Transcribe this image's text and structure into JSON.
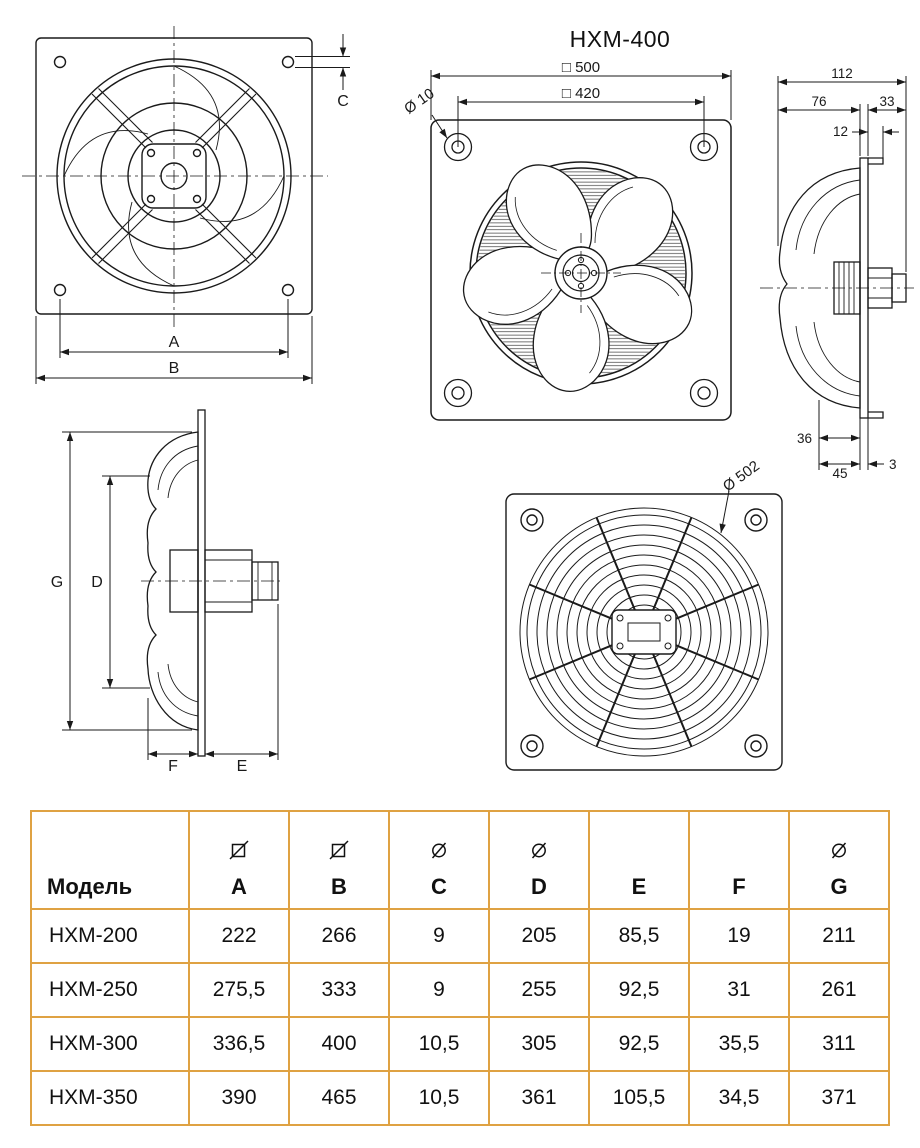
{
  "title": "HXM-400",
  "drawings": {
    "front_left": {
      "dim_a": "A",
      "dim_b": "B",
      "dim_c": "C"
    },
    "front_right": {
      "dim_outer": "□ 500",
      "dim_holes": "□ 420",
      "dim_hole_d": "Ø 10"
    },
    "side_right": {
      "dim_112": "112",
      "dim_76": "76",
      "dim_33": "33",
      "dim_12": "12",
      "dim_36": "36",
      "dim_45": "45",
      "dim_3": "3"
    },
    "profile_left": {
      "dim_g": "G",
      "dim_d": "D",
      "dim_f": "F",
      "dim_e": "E"
    },
    "rear": {
      "dim_d502": "Ø 502"
    }
  },
  "table": {
    "model_header": "Модель",
    "columns": [
      {
        "symbol": "square-slash",
        "label": "A"
      },
      {
        "symbol": "square-slash",
        "label": "B"
      },
      {
        "symbol": "diameter",
        "label": "C"
      },
      {
        "symbol": "diameter",
        "label": "D"
      },
      {
        "symbol": "none",
        "label": "E"
      },
      {
        "symbol": "none",
        "label": "F"
      },
      {
        "symbol": "diameter",
        "label": "G"
      }
    ],
    "rows": [
      {
        "model": "HXM-200",
        "values": [
          "222",
          "266",
          "9",
          "205",
          "85,5",
          "19",
          "211"
        ]
      },
      {
        "model": "HXM-250",
        "values": [
          "275,5",
          "333",
          "9",
          "255",
          "92,5",
          "31",
          "261"
        ]
      },
      {
        "model": "HXM-300",
        "values": [
          "336,5",
          "400",
          "10,5",
          "305",
          "92,5",
          "35,5",
          "311"
        ]
      },
      {
        "model": "HXM-350",
        "values": [
          "390",
          "465",
          "10,5",
          "361",
          "105,5",
          "34,5",
          "371"
        ]
      }
    ]
  },
  "colors": {
    "table_border": "#dfa243",
    "line": "#1a1a1a"
  }
}
